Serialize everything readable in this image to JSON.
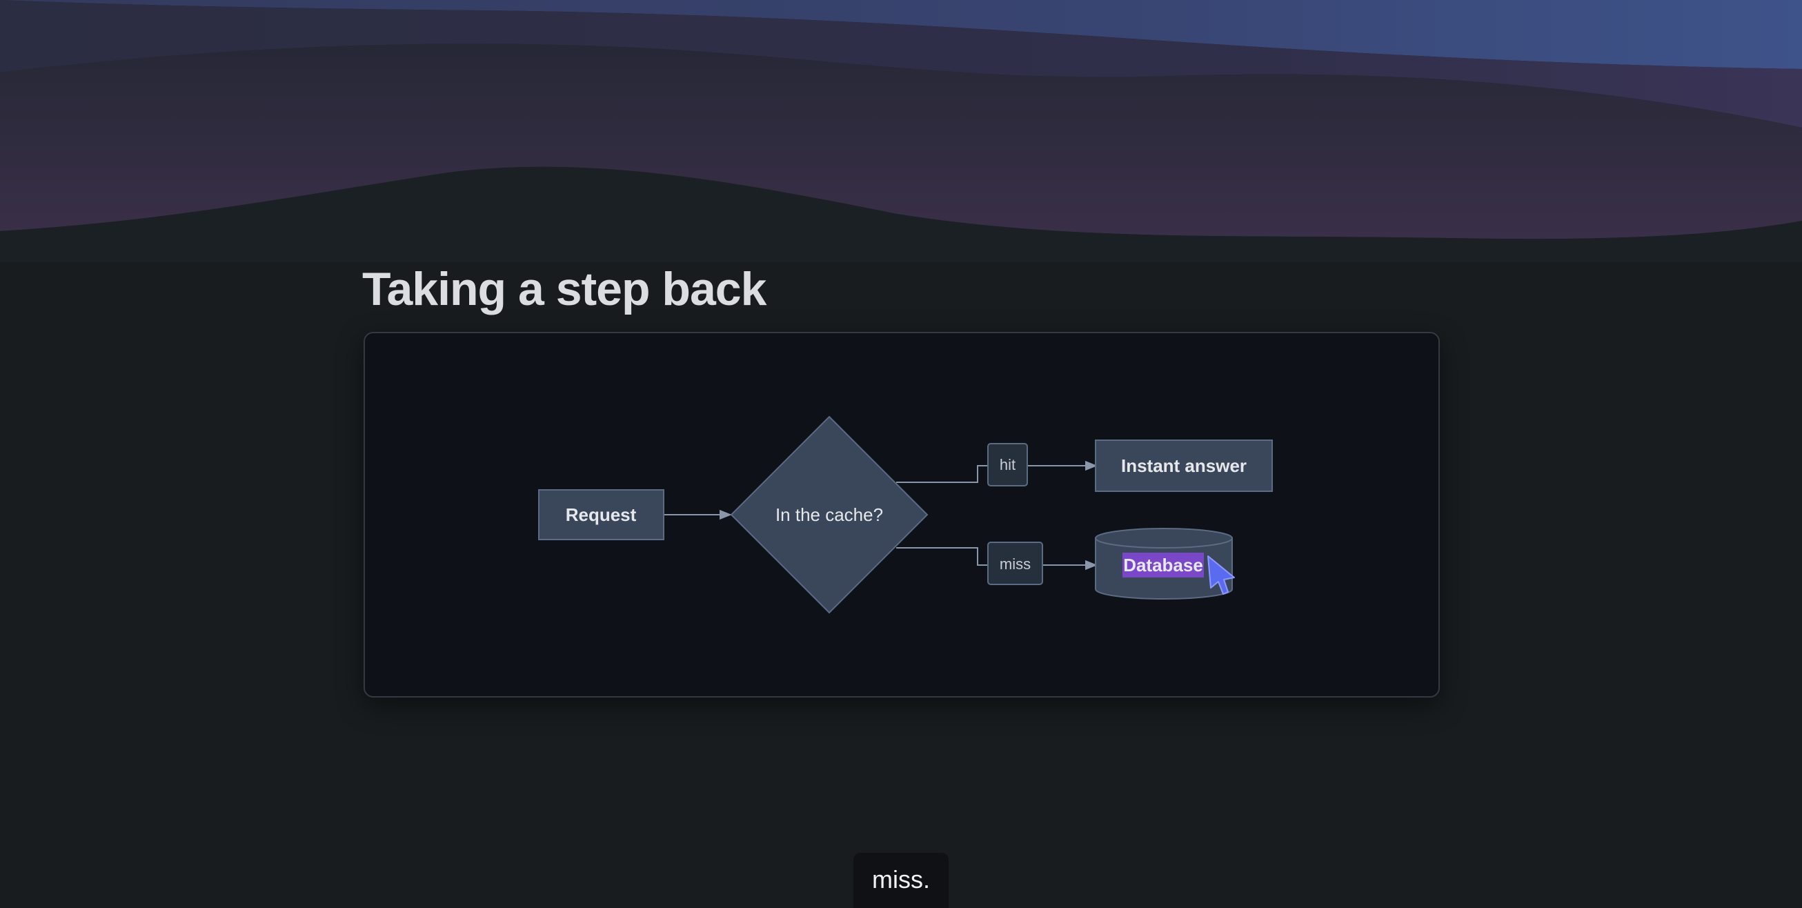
{
  "page": {
    "title": "Taking a step back",
    "caption": "miss."
  },
  "diagram": {
    "nodes": {
      "request": "Request",
      "decision": "In the cache?",
      "instant_answer": "Instant answer",
      "database": "Database"
    },
    "edges": {
      "hit": "hit",
      "miss": "miss"
    }
  },
  "colors": {
    "background": "#181c1f",
    "card": "#0e1117",
    "node_fill": "#3a4659",
    "node_stroke": "#5b6b84",
    "edge": "#8a97ab",
    "highlight": "#7b47c9",
    "cursor": "#5b6bf0"
  },
  "icons": {
    "cursor": "mouse-pointer-icon"
  }
}
